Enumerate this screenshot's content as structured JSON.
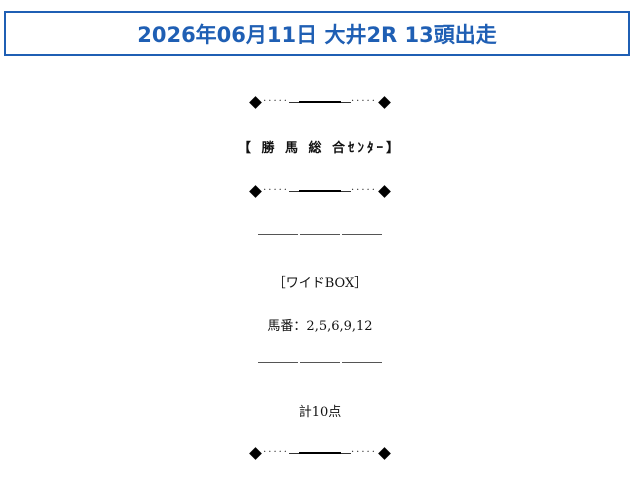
{
  "header": {
    "title": "2026年06月11日 大井2R 13頭出走"
  },
  "content": {
    "source_label": "【 勝 馬 総 合ｾﾝﾀｰ】",
    "bet_type": "［ワイドBOX］",
    "horse_numbers": "馬番：2,5,6,9,12",
    "total": "計10点"
  }
}
